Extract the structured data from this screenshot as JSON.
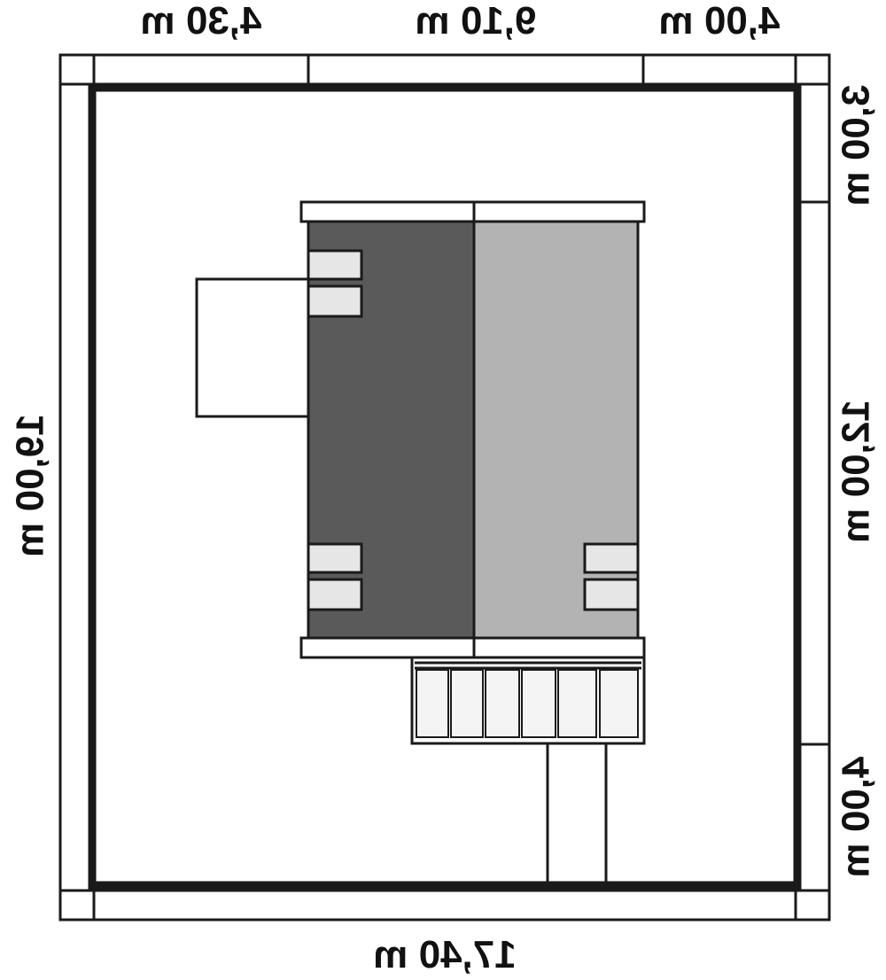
{
  "dimensions": {
    "top": [
      "4,30 m",
      "9,10 m",
      "4,00 m"
    ],
    "right": [
      "3,00 m",
      "12,00 m",
      "4,00 m"
    ],
    "left": "19,00 m",
    "bottom": "17,40 m"
  },
  "colors": {
    "roof_dark": "#5a5a5a",
    "roof_light": "#b3b3b3",
    "window_fill": "#e6e6e6",
    "line": "#1a1a1a",
    "background": "#ffffff"
  }
}
